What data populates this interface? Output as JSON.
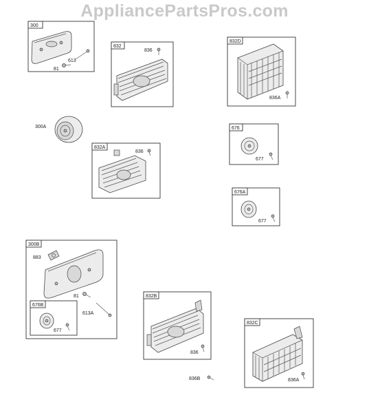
{
  "watermark": "AppliancePartsPros.com",
  "groups": {
    "g300": {
      "tag": "300",
      "parts": [
        "613",
        "81"
      ]
    },
    "g832": {
      "tag": "832",
      "parts": [
        "836"
      ]
    },
    "g832D": {
      "tag": "832D",
      "parts": [
        "836A"
      ]
    },
    "g300A": {
      "tag": "300A"
    },
    "g676": {
      "tag": "676",
      "parts": [
        "677"
      ]
    },
    "g832A": {
      "tag": "832A",
      "parts": [
        "836"
      ]
    },
    "g676A": {
      "tag": "676A",
      "parts": [
        "677"
      ]
    },
    "g300B": {
      "tag": "300B",
      "parts": [
        "883",
        "81",
        "613A"
      ]
    },
    "g676B": {
      "tag": "676B",
      "parts": [
        "677"
      ]
    },
    "g832B": {
      "tag": "832B",
      "parts": [
        "836"
      ]
    },
    "g832C": {
      "tag": "832C",
      "parts": [
        "836A"
      ]
    },
    "g836B": {
      "tag": "836B"
    }
  }
}
